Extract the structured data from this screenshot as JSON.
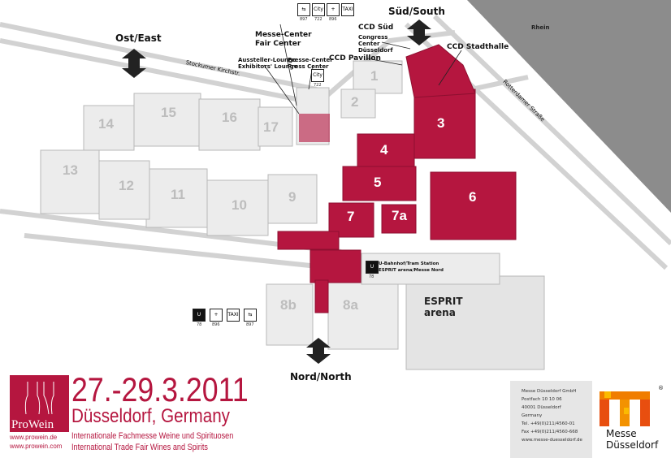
{
  "map": {
    "directions": {
      "east": "Ost/East",
      "south": "Süd/South",
      "north": "Nord/North"
    },
    "places": {
      "messe_center": [
        "Messe-Center",
        "Fair Center"
      ],
      "lounge": [
        "Aussteller-Lounge",
        "Exhibitors' Lounge"
      ],
      "press": [
        "Presse-Center",
        "Press Center"
      ],
      "ccd_sued": "CCD Süd",
      "ccd_sued_sub": [
        "Congress",
        "Center",
        "Düsseldorf"
      ],
      "ccd_pavillon": "CCD Pavillon",
      "ccd_stadthalle": "CCD Stadthalle",
      "rhein": "Rhein",
      "street1": "Stockumer Kirchstr.",
      "street2": "Rotterdamer Straße",
      "ubahn": [
        "U-Bahnhof/Tram Station",
        "ESPRIT arena/Messe Nord"
      ],
      "arena": [
        "ESPRIT",
        "arena"
      ]
    },
    "halls": {
      "h1": "1",
      "h2": "2",
      "h3": "3",
      "h4": "4",
      "h5": "5",
      "h6": "6",
      "h7": "7",
      "h7a": "7a",
      "h8a": "8a",
      "h8b": "8b",
      "h9": "9",
      "h10": "10",
      "h11": "11",
      "h12": "12",
      "h13": "13",
      "h14": "14",
      "h15": "15",
      "h16": "16",
      "h17": "17"
    },
    "transport_top": [
      {
        "icon": "bus-icon",
        "num": "897"
      },
      {
        "icon": "city-taxi-icon",
        "num": "722"
      },
      {
        "icon": "ambulance-icon",
        "num": "896"
      },
      {
        "icon": "taxi-icon",
        "num": ""
      }
    ],
    "transport_press": {
      "icon": "city-taxi-icon",
      "num": "722"
    },
    "transport_north": [
      {
        "icon": "ubahn-icon",
        "num": "78"
      },
      {
        "icon": "ambulance-icon",
        "num": "896"
      },
      {
        "icon": "taxi-icon",
        "num": ""
      },
      {
        "icon": "bus-icon",
        "num": "897"
      }
    ],
    "ubahn_num": "78",
    "icon_text": {
      "taxi": "TAXI",
      "city": "City",
      "ubahn": "U"
    }
  },
  "footer": {
    "logo": "ProWein",
    "url_de": "www.prowein.de",
    "url_com": "www.prowein.com",
    "dates": "27.-29.3.2011",
    "city": "Düsseldorf, Germany",
    "subtitle_de": "Internationale Fachmesse Weine und Spirituosen",
    "subtitle_en": "International Trade Fair Wines and Spirits",
    "contact": [
      "Messe Düsseldorf GmbH",
      "Postfach 10 10 06",
      "40001 Düsseldorf",
      "Germany",
      "Tel. +49(0)211/4560-01",
      "Fax +49(0)211/4560-668",
      "www.messe-duesseldorf.de"
    ],
    "md_name": [
      "Messe",
      "Düsseldorf"
    ],
    "registered": "®"
  },
  "colors": {
    "hall_red": "#b5163f",
    "hall_grey": "#e8e8e8",
    "river": "#8c8c8c"
  }
}
